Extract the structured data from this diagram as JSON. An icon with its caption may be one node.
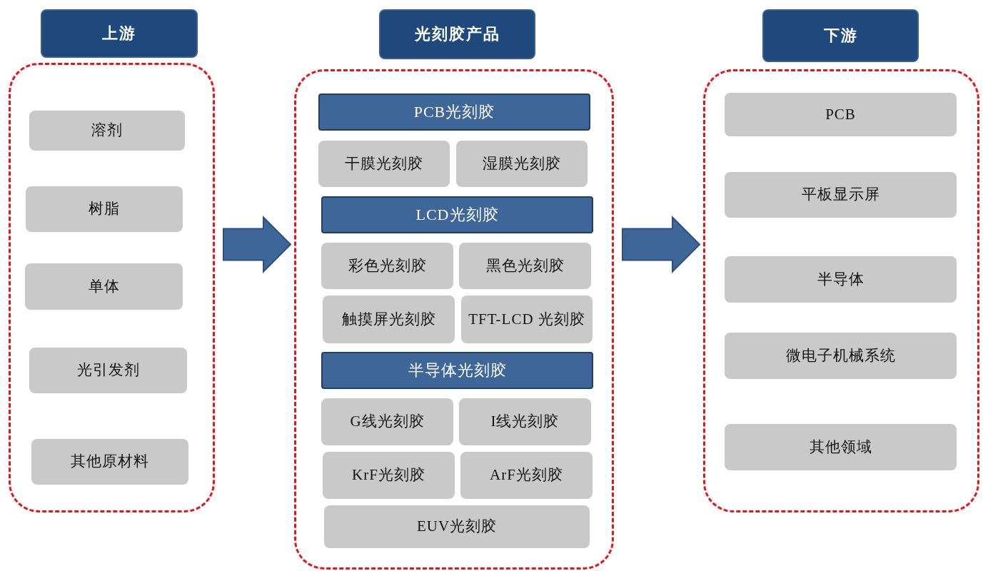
{
  "diagram": {
    "nodes": [
      {
        "text": [
          "上游"
        ]
      },
      {
        "text": [],
        "shape": "box"
      },
      {
        "text": [
          "溶剂"
        ],
        "in": 1
      },
      {
        "text": [
          "树脂"
        ],
        "in": 1
      },
      {
        "text": [
          "单体"
        ],
        "in": 1
      },
      {
        "text": [
          "光引发剂"
        ],
        "in": 1
      },
      {
        "text": [
          "其他原材料"
        ],
        "in": 1
      },
      {
        "text": [
          "光刻胶产品"
        ]
      },
      {
        "text": [],
        "shape": "box"
      },
      {
        "text": [
          "PCB光刻胶"
        ],
        "in": 8
      },
      {
        "text": [
          "干膜光刻胶"
        ],
        "in": 8
      },
      {
        "text": [
          "湿膜光刻胶"
        ],
        "in": 8
      },
      {
        "text": [
          "LCD光刻胶"
        ],
        "in": 8
      },
      {
        "text": [
          "彩色光刻胶"
        ],
        "in": 8
      },
      {
        "text": [
          "黑色光刻胶"
        ],
        "in": 8
      },
      {
        "text": [
          "触摸屏光刻胶"
        ],
        "in": 8
      },
      {
        "text": [
          "TFT-LCD 光刻胶"
        ],
        "in": 8
      },
      {
        "text": [
          "半导体光刻胶"
        ],
        "in": 8
      },
      {
        "text": [
          "G线光刻胶"
        ],
        "in": 8
      },
      {
        "text": [
          "I线光刻胶"
        ],
        "in": 8
      },
      {
        "text": [
          "KrF光刻胶"
        ],
        "in": 8
      },
      {
        "text": [
          "ArF光刻胶"
        ],
        "in": 8
      },
      {
        "text": [
          "EUV光刻胶"
        ],
        "in": 8
      },
      {
        "text": [
          "下游"
        ]
      },
      {
        "text": [],
        "shape": "box"
      },
      {
        "text": [
          "PCB"
        ],
        "in": 24
      },
      {
        "text": [
          "平板显示屏"
        ],
        "in": 24
      },
      {
        "text": [
          "半导体"
        ],
        "in": 24
      },
      {
        "text": [
          "微电子机械系统"
        ],
        "in": 24
      },
      {
        "text": [
          "其他领域"
        ],
        "in": 24
      }
    ],
    "edges": [
      {
        "from": 1,
        "to": 8,
        "arrow": "to",
        "style": "thick"
      },
      {
        "from": 8,
        "to": 24,
        "arrow": "to",
        "style": "thick"
      }
    ]
  }
}
